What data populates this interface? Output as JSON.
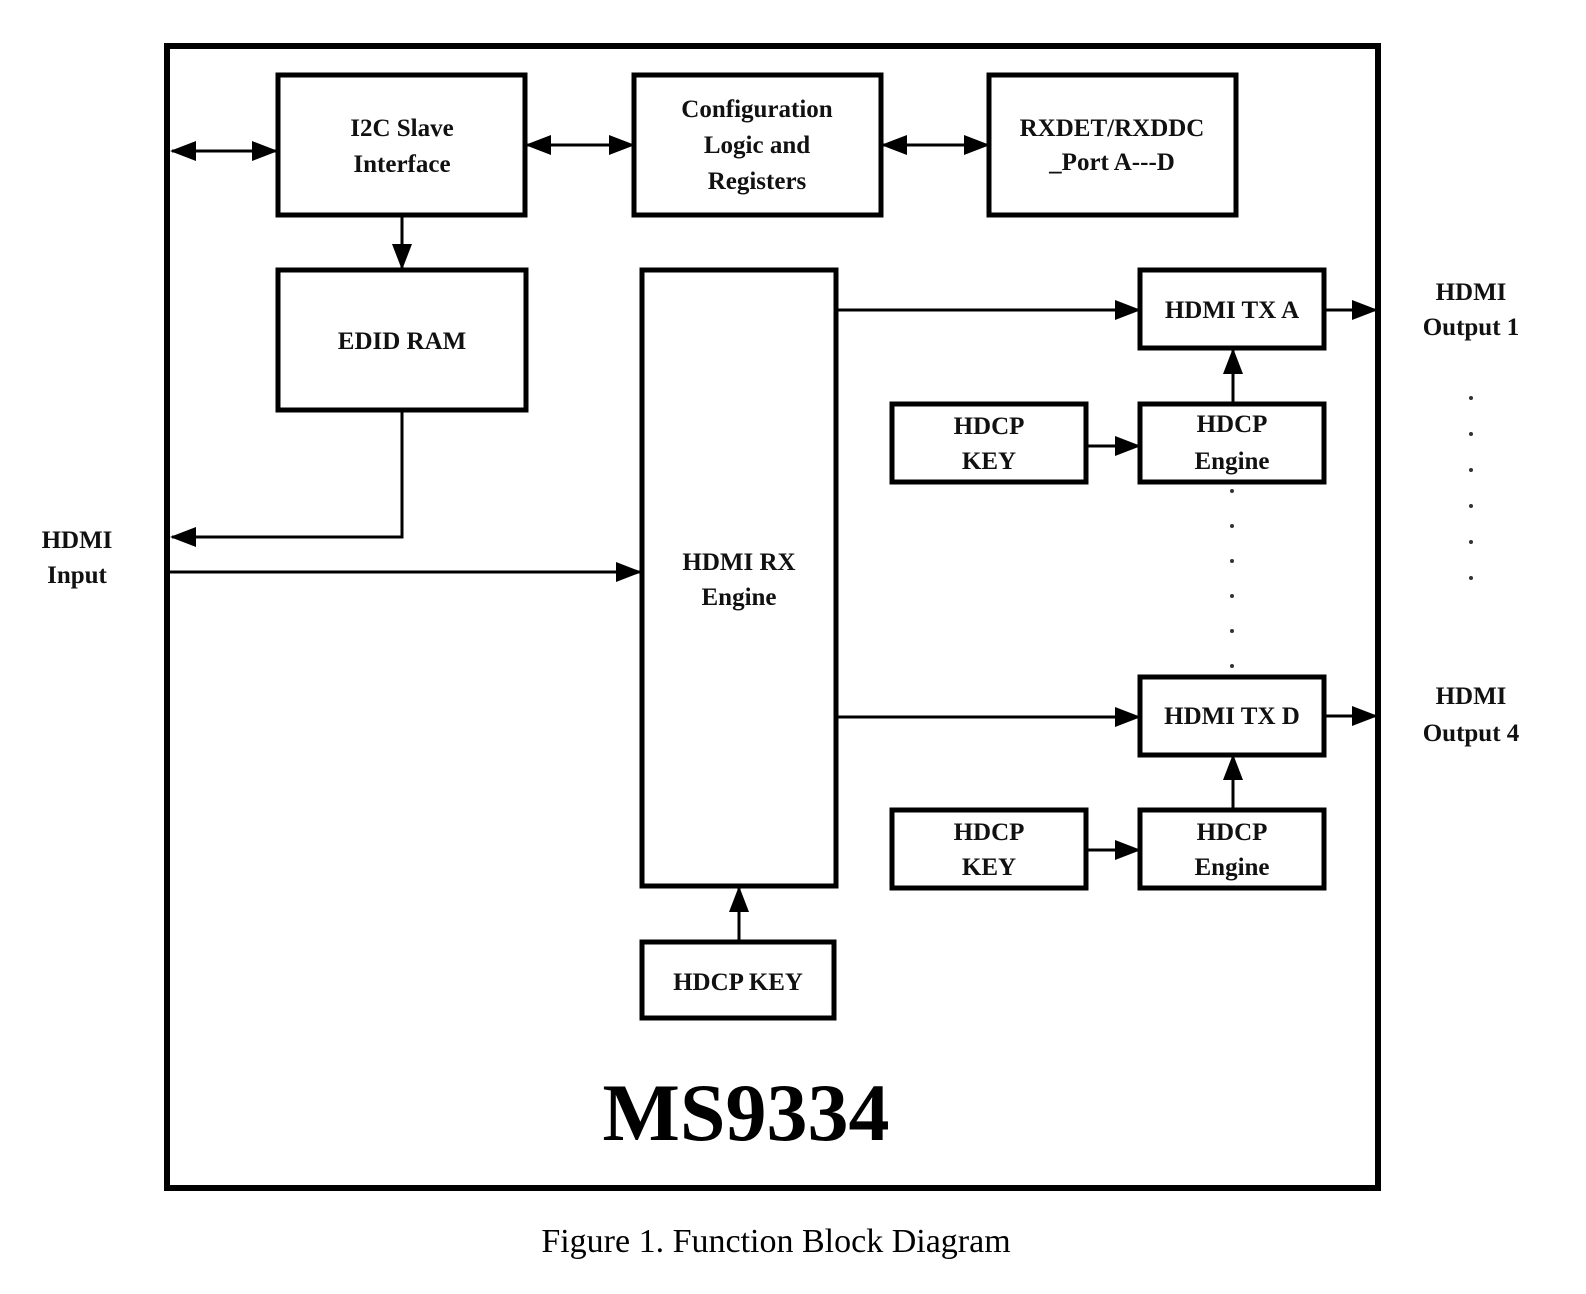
{
  "chip_name": "MS9334",
  "caption": "Figure 1. Function Block Diagram",
  "blocks": {
    "i2c": [
      "I2C Slave",
      "Interface"
    ],
    "config": [
      "Configuration",
      "Logic and",
      "Registers"
    ],
    "rxdet": [
      "RXDET/RXDDC",
      "_Port A---D"
    ],
    "edid": [
      "EDID RAM"
    ],
    "rx_engine": [
      "HDMI RX",
      "Engine"
    ],
    "tx_a": [
      "HDMI TX A"
    ],
    "tx_d": [
      "HDMI TX D"
    ],
    "hdcp_key_1": [
      "HDCP",
      "KEY"
    ],
    "hdcp_engine_1": [
      "HDCP",
      "Engine"
    ],
    "hdcp_key_2": [
      "HDCP",
      "KEY"
    ],
    "hdcp_engine_2": [
      "HDCP",
      "Engine"
    ],
    "hdcp_key_rx": [
      "HDCP KEY"
    ]
  },
  "external": {
    "hdmi_input": [
      "HDMI",
      "Input"
    ],
    "hdmi_output_1": [
      "HDMI",
      "Output 1"
    ],
    "hdmi_output_4": [
      "HDMI",
      "Output 4"
    ]
  }
}
